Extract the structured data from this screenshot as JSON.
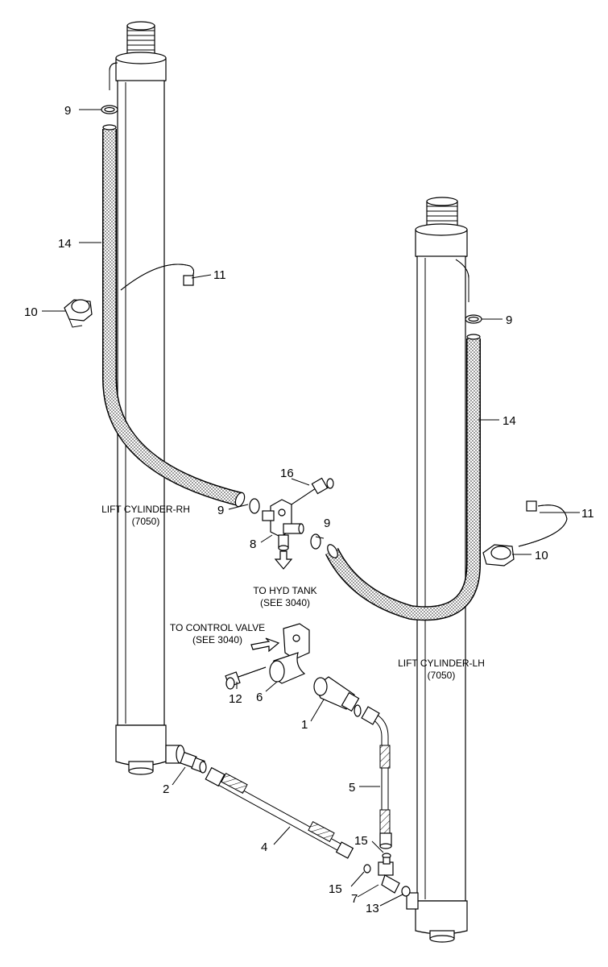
{
  "colors": {
    "stroke": "#000000",
    "background": "#ffffff",
    "hose_fill": "#b8b8b8"
  },
  "labels": {
    "rh_cylinder_line1": "LIFT CYLINDER-RH",
    "rh_cylinder_line2": "(7050)",
    "lh_cylinder_line1": "LIFT CYLINDER-LH",
    "lh_cylinder_line2": "(7050)",
    "hyd_tank_line1": "TO HYD TANK",
    "hyd_tank_line2": "(SEE 3040)",
    "control_valve_line1": "TO CONTROL VALVE",
    "control_valve_line2": "(SEE 3040)"
  },
  "callouts": [
    {
      "id": "c9-top",
      "text": "9"
    },
    {
      "id": "c14-rh",
      "text": "14"
    },
    {
      "id": "c11-rh",
      "text": "11"
    },
    {
      "id": "c10-rh",
      "text": "10"
    },
    {
      "id": "c16",
      "text": "16"
    },
    {
      "id": "c9-mid-left",
      "text": "9"
    },
    {
      "id": "c8",
      "text": "8"
    },
    {
      "id": "c9-mid-right",
      "text": "9"
    },
    {
      "id": "c9-lh",
      "text": "9"
    },
    {
      "id": "c14-lh",
      "text": "14"
    },
    {
      "id": "c11-lh",
      "text": "11"
    },
    {
      "id": "c10-lh",
      "text": "10"
    },
    {
      "id": "c12",
      "text": "12"
    },
    {
      "id": "c6",
      "text": "6"
    },
    {
      "id": "c1",
      "text": "1"
    },
    {
      "id": "c2",
      "text": "2"
    },
    {
      "id": "c5",
      "text": "5"
    },
    {
      "id": "c4",
      "text": "4"
    },
    {
      "id": "c15-top",
      "text": "15"
    },
    {
      "id": "c15-bottom",
      "text": "15"
    },
    {
      "id": "c7",
      "text": "7"
    },
    {
      "id": "c13",
      "text": "13"
    }
  ]
}
